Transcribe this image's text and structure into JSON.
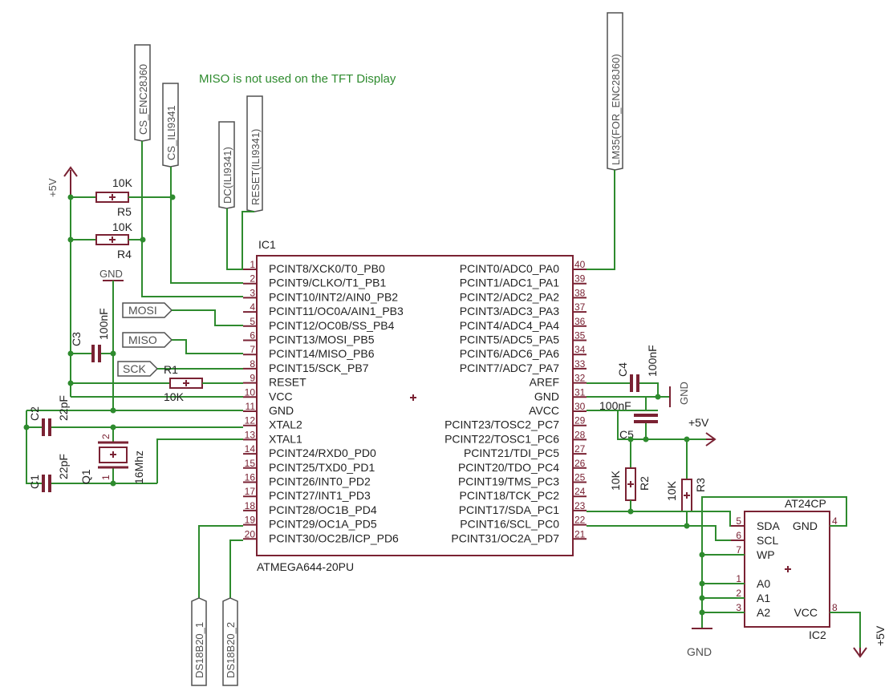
{
  "note": "MISO is not used on the TFT Display",
  "ic1": {
    "name": "IC1",
    "part": "ATMEGA644-20PU",
    "left_pins": [
      {
        "num": "1",
        "label": "PCINT8/XCK0/T0_PB0"
      },
      {
        "num": "2",
        "label": "PCINT9/CLKO/T1_PB1"
      },
      {
        "num": "3",
        "label": "PCINT10/INT2/AIN0_PB2"
      },
      {
        "num": "4",
        "label": "PCINT11/OC0A/AIN1_PB3"
      },
      {
        "num": "5",
        "label": "PCINT12/OC0B/SS_PB4"
      },
      {
        "num": "6",
        "label": "PCINT13/MOSI_PB5"
      },
      {
        "num": "7",
        "label": "PCINT14/MISO_PB6"
      },
      {
        "num": "8",
        "label": "PCINT15/SCK_PB7"
      },
      {
        "num": "9",
        "label": "RESET"
      },
      {
        "num": "10",
        "label": "VCC"
      },
      {
        "num": "11",
        "label": "GND"
      },
      {
        "num": "12",
        "label": "XTAL2"
      },
      {
        "num": "13",
        "label": "XTAL1"
      },
      {
        "num": "14",
        "label": "PCINT24/RXD0_PD0"
      },
      {
        "num": "15",
        "label": "PCINT25/TXD0_PD1"
      },
      {
        "num": "16",
        "label": "PCINT26/INT0_PD2"
      },
      {
        "num": "17",
        "label": "PCINT27/INT1_PD3"
      },
      {
        "num": "18",
        "label": "PCINT28/OC1B_PD4"
      },
      {
        "num": "19",
        "label": "PCINT29/OC1A_PD5"
      },
      {
        "num": "20",
        "label": "PCINT30/OC2B/ICP_PD6"
      }
    ],
    "right_pins": [
      {
        "num": "40",
        "label": "PCINT0/ADC0_PA0"
      },
      {
        "num": "39",
        "label": "PCINT1/ADC1_PA1"
      },
      {
        "num": "38",
        "label": "PCINT2/ADC2_PA2"
      },
      {
        "num": "37",
        "label": "PCINT3/ADC3_PA3"
      },
      {
        "num": "36",
        "label": "PCINT4/ADC4_PA4"
      },
      {
        "num": "35",
        "label": "PCINT5/ADC5_PA5"
      },
      {
        "num": "34",
        "label": "PCINT6/ADC6_PA6"
      },
      {
        "num": "33",
        "label": "PCINT7/ADC7_PA7"
      },
      {
        "num": "32",
        "label": "AREF"
      },
      {
        "num": "31",
        "label": "GND"
      },
      {
        "num": "30",
        "label": "AVCC"
      },
      {
        "num": "29",
        "label": "PCINT23/TOSC2_PC7"
      },
      {
        "num": "28",
        "label": "PCINT22/TOSC1_PC6"
      },
      {
        "num": "27",
        "label": "PCINT21/TDI_PC5"
      },
      {
        "num": "26",
        "label": "PCINT20/TDO_PC4"
      },
      {
        "num": "25",
        "label": "PCINT19/TMS_PC3"
      },
      {
        "num": "24",
        "label": "PCINT18/TCK_PC2"
      },
      {
        "num": "23",
        "label": "PCINT17/SDA_PC1"
      },
      {
        "num": "22",
        "label": "PCINT16/SCL_PC0"
      },
      {
        "num": "21",
        "label": "PCINT31/OC2A_PD7"
      }
    ]
  },
  "ic2": {
    "name": "IC2",
    "part": "AT24CP",
    "pins": [
      {
        "num": "5",
        "label": "SDA"
      },
      {
        "num": "6",
        "label": "SCL"
      },
      {
        "num": "7",
        "label": "WP"
      },
      {
        "num": "1",
        "label": "A0"
      },
      {
        "num": "2",
        "label": "A1"
      },
      {
        "num": "3",
        "label": "A2"
      },
      {
        "num": "4",
        "label": "GND"
      },
      {
        "num": "8",
        "label": "VCC"
      }
    ]
  },
  "net_flags": {
    "cs_enc": "CS_ENC28J60",
    "cs_ili": "CS_ILI9341",
    "dc": "DC(ILI9341)",
    "reset": "RESET(ILI9341)",
    "lm35": "LM35(FOR_ENC28J60)",
    "mosi": "MOSI",
    "miso": "MISO",
    "sck": "SCK",
    "ds1": "DS18B20_1",
    "ds2": "DS18B20_2"
  },
  "components": {
    "r5": {
      "name": "R5",
      "value": "10K"
    },
    "r4": {
      "name": "R4",
      "value": "10K"
    },
    "r1": {
      "name": "R1",
      "value": "10K"
    },
    "r2": {
      "name": "R2",
      "value": "10K"
    },
    "r3": {
      "name": "R3",
      "value": "10K"
    },
    "c1": {
      "name": "C1",
      "value": "22pF"
    },
    "c2": {
      "name": "C2",
      "value": "22pF"
    },
    "c3": {
      "name": "C3",
      "value": "100nF"
    },
    "c4": {
      "name": "C4",
      "value": "100nF"
    },
    "c5": {
      "name": "C5",
      "value": "100nF"
    },
    "q1": {
      "name": "Q1",
      "value": "16Mhz",
      "pin1": "1",
      "pin2": "2"
    }
  },
  "power": {
    "vcc": "+5V",
    "gnd": "GND"
  }
}
